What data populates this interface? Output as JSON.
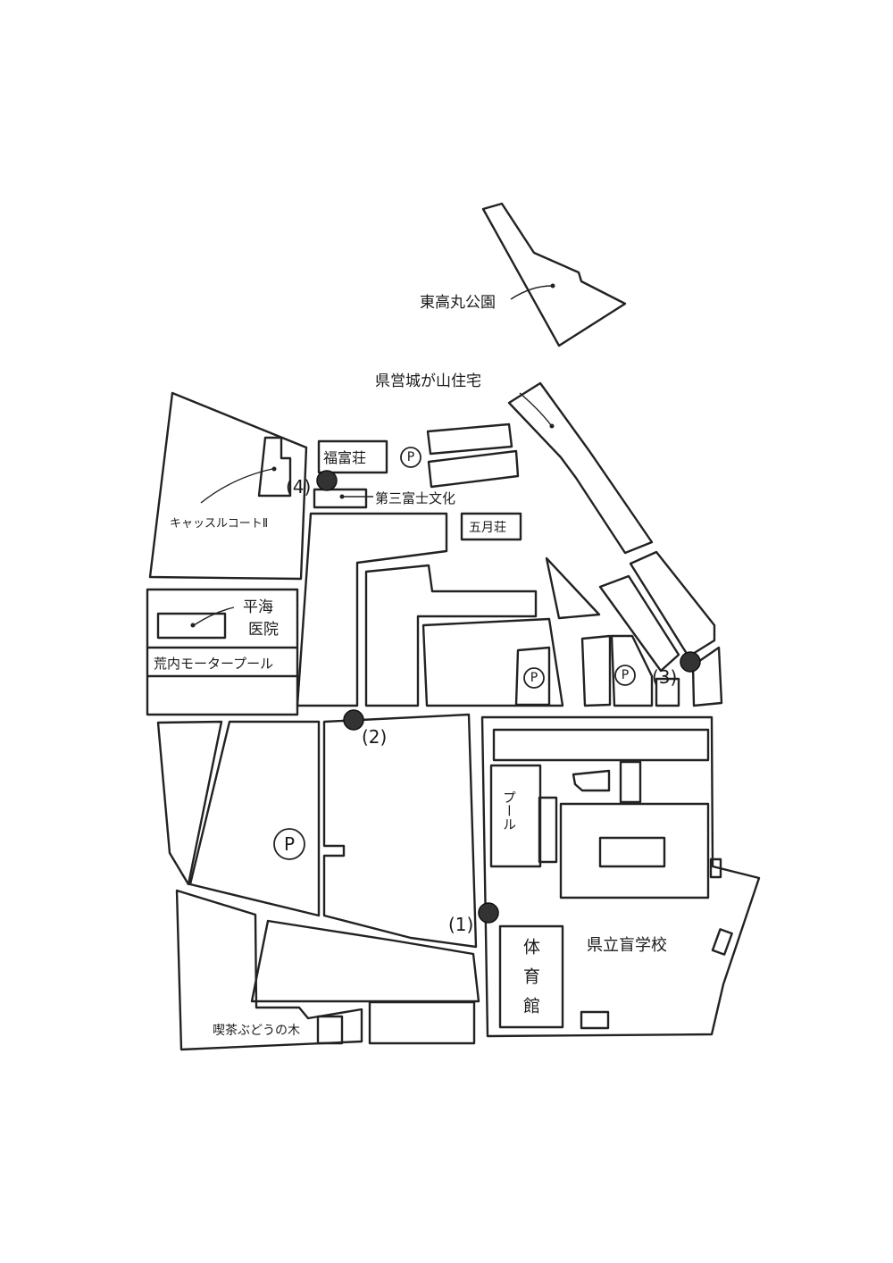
{
  "labels": {
    "higashi_takamaru_park": "東高丸公園",
    "prefectural_housing": "県営城が山住宅",
    "fukutomi_so": "福富荘",
    "daisan_fuji_bunka": "第三富士文化",
    "satsuki_so": "五月荘",
    "castle_court": "キャッスルコートⅡ",
    "heikai_clinic_1": "平海",
    "heikai_clinic_2": "医院",
    "arauchi_motor_pool": "荒内モータープール",
    "pool": "プール",
    "gym": "体育館",
    "blind_school": "県立盲学校",
    "cafe": "喫茶ぶどうの木"
  },
  "parking": [
    "P",
    "P",
    "P",
    "P"
  ],
  "points": [
    "(1)",
    "(2)",
    "(3)",
    "(4)"
  ]
}
